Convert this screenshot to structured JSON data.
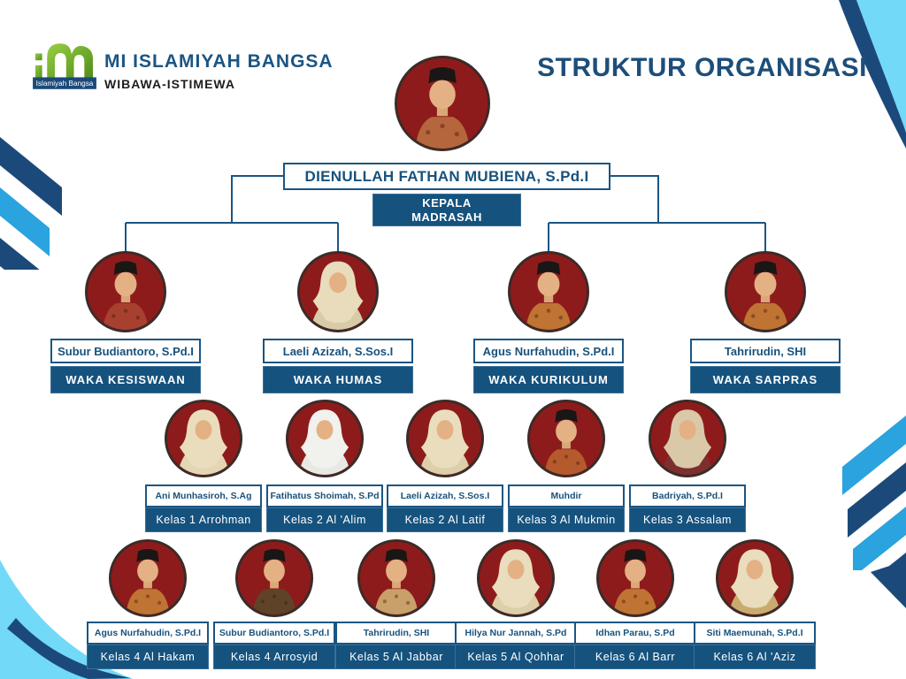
{
  "header": {
    "logo_label": "Islamiyah Bangsa",
    "school_name": "MI ISLAMIYAH BANGSA",
    "motto": "WIBAWA-ISTIMEWA",
    "page_title": "STRUKTUR ORGANISASI"
  },
  "colors": {
    "navy": "#1b5583",
    "title_navy": "#1d4e79",
    "box_fill": "#15527e",
    "light_blue": "#72d9f8",
    "ribbon_blue": "#2aa3de",
    "ribbon_navy": "#1b4a7a",
    "photo_bg": "#8e1b1b",
    "photo_ring": "#3c2b28",
    "logo_green": "#6aaa28"
  },
  "org": {
    "kepala": {
      "name": "DIENULLAH FATHAN MUBIENA, S.Pd.I",
      "title": "KEPALA MADRASAH",
      "avatar": {
        "type": "male",
        "shirt": "#b5663c"
      }
    },
    "waka": [
      {
        "name": "Subur Budiantoro, S.Pd.I",
        "title": "WAKA KESISWAAN",
        "avatar": {
          "type": "male",
          "shirt": "#a8402f"
        }
      },
      {
        "name": "Laeli Azizah, S.Sos.I",
        "title": "WAKA HUMAS",
        "avatar": {
          "type": "female",
          "hijab": "#e8dcbc",
          "shirt": "#d8cba8"
        }
      },
      {
        "name": "Agus Nurfahudin, S.Pd.I",
        "title": "WAKA KURIKULUM",
        "avatar": {
          "type": "male",
          "shirt": "#bf7434"
        }
      },
      {
        "name": "Tahrirudin, SHI",
        "title": "WAKA SARPRAS",
        "avatar": {
          "type": "male",
          "shirt": "#bf7434"
        }
      }
    ],
    "kelas_row_a": [
      {
        "name": "Ani Munhasiroh, S.Ag",
        "title": "Kelas 1 Arrohman",
        "avatar": {
          "type": "female",
          "hijab": "#e9ddbd",
          "shirt": "#e4d6b4"
        }
      },
      {
        "name": "Fatihatus Shoimah, S.Pd",
        "title": "Kelas 2 Al 'Alim",
        "avatar": {
          "type": "female",
          "hijab": "#f1f1ee",
          "shirt": "#e9e9e4"
        }
      },
      {
        "name": "Laeli Azizah, S.Sos.I",
        "title": "Kelas 2 Al Latif",
        "avatar": {
          "type": "female",
          "hijab": "#e9ddbd",
          "shirt": "#dccfa9"
        }
      },
      {
        "name": "Muhdir",
        "title": "Kelas 3 Al Mukmin",
        "avatar": {
          "type": "male",
          "shirt": "#b55a2c"
        }
      },
      {
        "name": "Badriyah, S.Pd.I",
        "title": "Kelas 3 Assalam",
        "avatar": {
          "type": "female",
          "hijab": "#d9c9a8",
          "shirt": "#7c2f2f"
        }
      }
    ],
    "kelas_row_b": [
      {
        "name": "Agus Nurfahudin, S.Pd.I",
        "title": "Kelas 4 Al Hakam",
        "avatar": {
          "type": "male",
          "shirt": "#bf7434"
        }
      },
      {
        "name": "Subur Budiantoro, S.Pd.I",
        "title": "Kelas 4 Arrosyid",
        "avatar": {
          "type": "male",
          "shirt": "#5f4328"
        }
      },
      {
        "name": "Tahrirudin, SHI",
        "title": "Kelas 5 Al Jabbar",
        "avatar": {
          "type": "male",
          "shirt": "#c9a06a"
        }
      },
      {
        "name": "Hilya Nur Jannah, S.Pd",
        "title": "Kelas 5 Al Qohhar",
        "avatar": {
          "type": "female",
          "hijab": "#e9ddbd",
          "shirt": "#dccfa9"
        }
      },
      {
        "name": "Idhan Parau, S.Pd",
        "title": "Kelas 6 Al Barr",
        "avatar": {
          "type": "male",
          "shirt": "#bf7434"
        }
      },
      {
        "name": "Siti Maemunah, S.Pd.I",
        "title": "Kelas 6 Al 'Aziz",
        "avatar": {
          "type": "female",
          "hijab": "#e9ddbd",
          "shirt": "#c9ab6f"
        }
      }
    ]
  }
}
